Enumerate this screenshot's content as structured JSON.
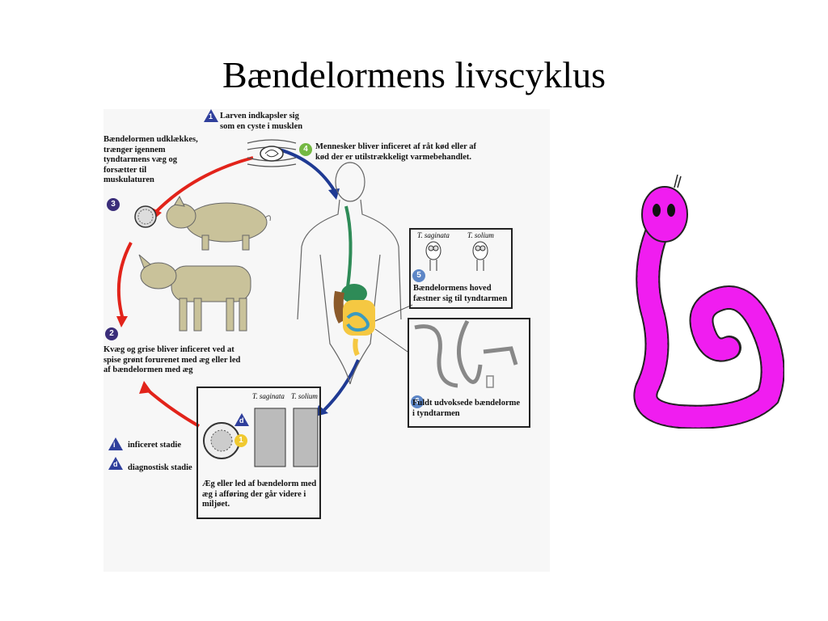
{
  "title": "Bændelormens livscyklus",
  "stages": {
    "s1": {
      "number": "1",
      "lines": [
        "Larven indkapsler sig",
        "som en cyste i musklen"
      ]
    },
    "s3": {
      "number": "3",
      "lines": [
        "Bændelormen udklækkes,",
        "trænger igennem",
        "tyndtarmens væg og",
        "forsætter til",
        "muskulaturen"
      ]
    },
    "s4": {
      "number": "4",
      "lines": [
        "Mennesker bliver inficeret af råt kød eller af",
        "kød der er utilstrækkeligt varmebehandlet."
      ]
    },
    "s2": {
      "number": "2",
      "lines": [
        "Kvæg og grise bliver inficeret ved at",
        "spise grønt forurenet med æg eller led",
        "af bændelormen med æg"
      ]
    },
    "s5": {
      "number": "5",
      "lines": [
        "Bændelormens hoved",
        "fæstner sig til tyndtarmen"
      ]
    },
    "s6": {
      "number": "6",
      "lines": [
        "Fuldt udvoksede bændelorme",
        "i tyndtarmen"
      ]
    },
    "s1b": {
      "number": "1",
      "lines": [
        "Æg eller led af bændelorm  med",
        "æg i afføring der går videre i",
        "miljøet."
      ]
    }
  },
  "species": {
    "saginata": "T. saginata",
    "solium": "T. solium"
  },
  "legend": {
    "infective_marker": "i",
    "diagnostic_marker": "d",
    "infective": "inficeret stadie",
    "diagnostic": "diagnostisk stadie"
  },
  "colors": {
    "red_arrow": "#e2231a",
    "blue_arrow": "#1f3a93",
    "worm": "#f01df0",
    "cyst": "#999999",
    "animal": "#c9c29a"
  }
}
